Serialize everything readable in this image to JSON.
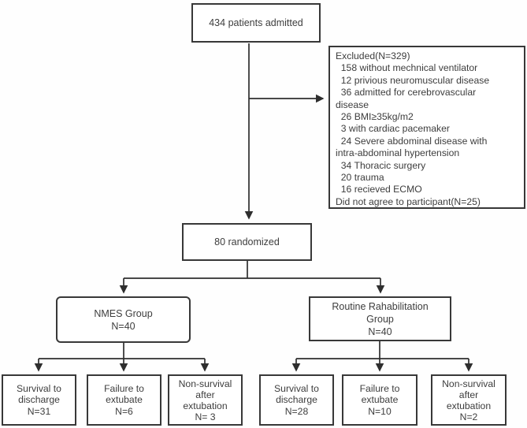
{
  "palette": {
    "line_color": "#2e2e2e",
    "border_color": "#383838",
    "text_color": "#3d3d3d",
    "background": "#fefefe"
  },
  "boxes": {
    "admitted": "434 patients admitted",
    "excluded": "Excluded(N=329)\n  158 without mechnical ventilator\n  12 privious neuromuscular disease\n  36 admitted for cerebrovascular\ndisease\n  26 BMI≥35kg/m2\n  3 with cardiac pacemaker\n  24 Severe abdominal disease with\nintra-abdominal hypertension\n  34 Thoracic surgery\n  20 trauma\n  16 recieved ECMO\nDid not agree to participant(N=25)",
    "randomized": "80 randomized",
    "nmes_group": "NMES Group\nN=40",
    "routine_group": "Routine Rahabilitation\nGroup\nN=40",
    "nmes_outcomes": [
      "Survival to\ndischarge\nN=31",
      "Failure to\nextubate\nN=6",
      "Non-survival\nafter\nextubation\nN= 3"
    ],
    "routine_outcomes": [
      "Survival to\ndischarge\nN=28",
      "Failure to\nextubate\nN=10",
      "Non-survival\nafter\nextubation\nN=2"
    ]
  }
}
